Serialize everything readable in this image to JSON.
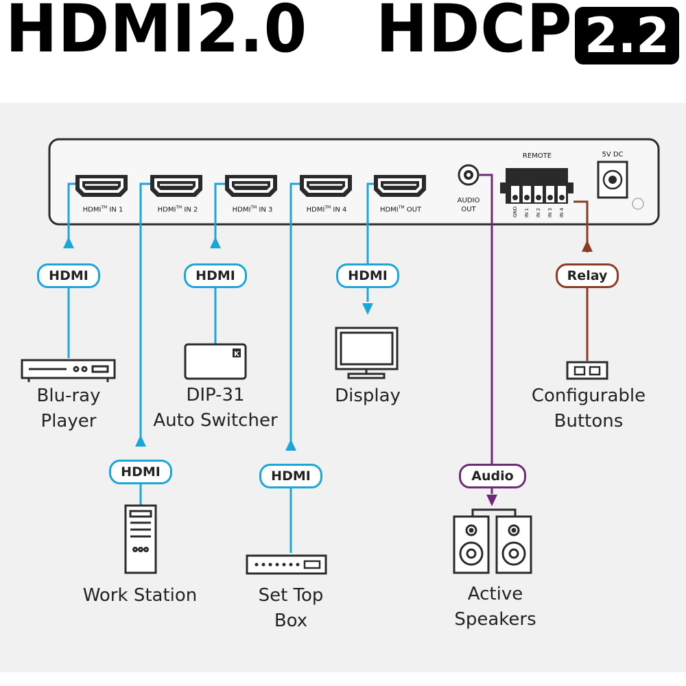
{
  "header": {
    "left": "HDMI2.0",
    "right": "HDCP",
    "version": "2.2"
  },
  "colors": {
    "hdmi": "#1aa6d9",
    "audio": "#6e2a78",
    "relay": "#8b3a24",
    "background": "#f1f1f1"
  },
  "device": {
    "ports": {
      "in1_pre": "HDMI",
      "in1_suf": " IN 1",
      "in2_pre": "HDMI",
      "in2_suf": " IN 2",
      "in3_pre": "HDMI",
      "in3_suf": " IN 3",
      "in4_pre": "HDMI",
      "in4_suf": " IN 4",
      "out_pre": "HDMI",
      "out_suf": " OUT",
      "tm": "TM"
    },
    "audio_out_1": "AUDIO",
    "audio_out_2": "OUT",
    "remote": "REMOTE",
    "remote_pins": [
      "GND",
      "IN 1",
      "IN 2",
      "IN 3",
      "IN 4"
    ],
    "power": "5V DC"
  },
  "connections": {
    "in1": "HDMI",
    "in2": "HDMI",
    "in3": "HDMI",
    "in4": "HDMI",
    "out": "HDMI",
    "audio": "Audio",
    "relay": "Relay"
  },
  "sources": {
    "bluray_1": "Blu-ray",
    "bluray_2": "Player",
    "dip_1": "DIP-31",
    "dip_2": "Auto Switcher",
    "display": "Display",
    "buttons_1": "Configurable",
    "buttons_2": "Buttons",
    "workstation": "Work Station",
    "stb_1": "Set Top",
    "stb_2": "Box",
    "speakers_1": "Active",
    "speakers_2": "Speakers"
  }
}
